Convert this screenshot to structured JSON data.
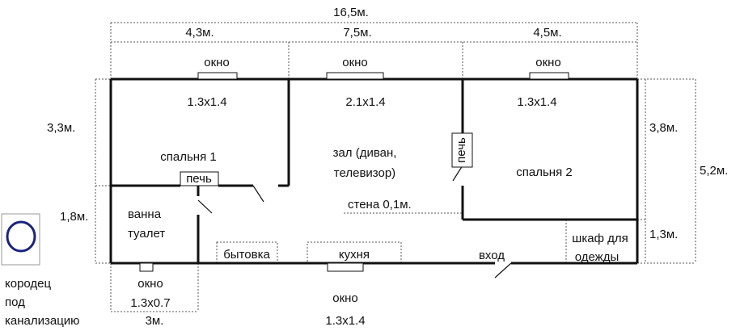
{
  "dimensions": {
    "total_width": "16,5м.",
    "segment_left": "4,3м.",
    "segment_middle": "7,5м.",
    "segment_right": "4,5м.",
    "left_top_height": "3,3м.",
    "left_bottom_height": "1,8м.",
    "right_top_height": "3,8м.",
    "right_bottom_height": "1,3м.",
    "right_total_height": "5,2м.",
    "bath_width": "3м."
  },
  "rooms": {
    "bedroom1": "спальня 1",
    "hall_line1": "зал (диван,",
    "hall_line2": "телевизор)",
    "bedroom2": "спальня 2",
    "bath_line1": "ванна",
    "bath_line2": "туалет",
    "wardrobe_line1": "шкаф для",
    "wardrobe_line2": "одежды",
    "utility": "бытовка",
    "kitchen": "кухня",
    "entrance": "вход"
  },
  "windows": {
    "top_label": "окно",
    "top_left_size": "1.3x1.4",
    "top_middle_size": "2.1x1.4",
    "top_right_size": "1.3x1.4",
    "bath_label": "окно",
    "bath_size": "1.3x0.7",
    "kitchen_label": "окно",
    "kitchen_size": "1.3x1.4"
  },
  "stoves": {
    "bedroom1": "печь",
    "bedroom2": "печь"
  },
  "wall_note": "стена 0,1м.",
  "well": {
    "line1": "кородец",
    "line2": "под",
    "line3": "канализацию"
  }
}
